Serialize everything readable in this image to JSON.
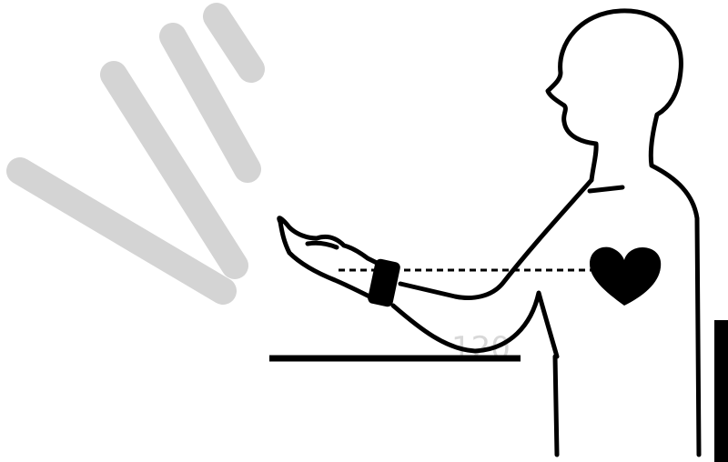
{
  "diagram": {
    "watermark_text": "120",
    "colors": {
      "ink": "#000000",
      "watermark": "#d4d4d4",
      "background": "#ffffff"
    },
    "elements": [
      "watermark-logo",
      "person-silhouette",
      "forearm-on-table",
      "wrist-cuff",
      "heart-icon",
      "heart-level-line",
      "table-surface",
      "chair-back"
    ]
  }
}
